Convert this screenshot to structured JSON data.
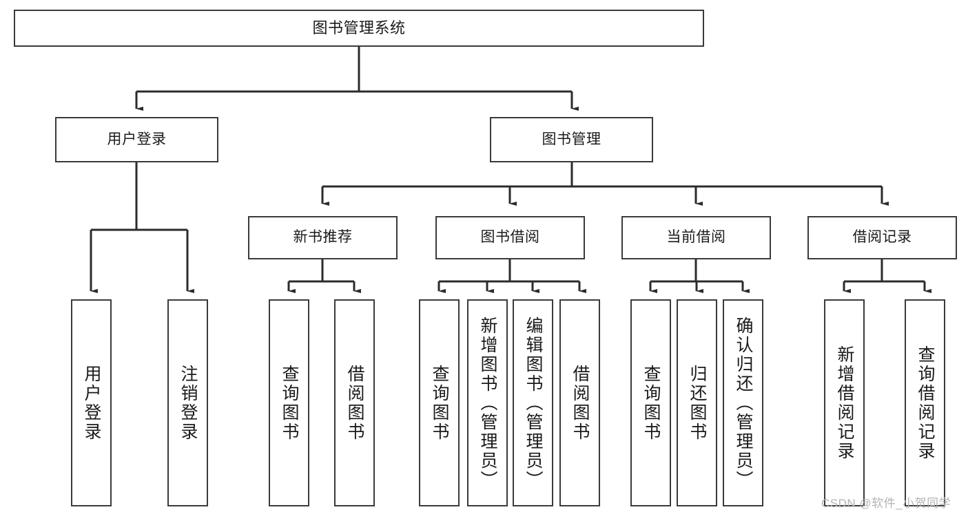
{
  "diagram": {
    "title": "图书管理系统",
    "type": "tree",
    "watermark": "CSDN @软件_小贺同学",
    "colors": {
      "box_border": "#3a3a3a",
      "box_fill": "#ffffff",
      "line": "#2b2b2b",
      "text": "#1a1a1a",
      "watermark": "#b3b3b3"
    },
    "root": {
      "label": "图书管理系统"
    },
    "level2": [
      {
        "label": "用户登录"
      },
      {
        "label": "图书管理"
      }
    ],
    "level3": [
      {
        "label": "新书推荐"
      },
      {
        "label": "图书借阅"
      },
      {
        "label": "当前借阅"
      },
      {
        "label": "借阅记录"
      }
    ],
    "leaves": {
      "user_login": [
        {
          "label": "用户登录"
        },
        {
          "label": "注销登录"
        }
      ],
      "new_book_recommend": [
        {
          "label": "查询图书"
        },
        {
          "label": "借阅图书"
        }
      ],
      "book_borrow": [
        {
          "label": "查询图书"
        },
        {
          "label": "新增图书（管理员）"
        },
        {
          "label": "编辑图书（管理员）"
        },
        {
          "label": "借阅图书"
        }
      ],
      "current_borrow": [
        {
          "label": "查询图书"
        },
        {
          "label": "归还图书"
        },
        {
          "label": "确认归还（管理员）"
        }
      ],
      "borrow_records": [
        {
          "label": "新增借阅记录"
        },
        {
          "label": "查询借阅记录"
        }
      ]
    }
  }
}
